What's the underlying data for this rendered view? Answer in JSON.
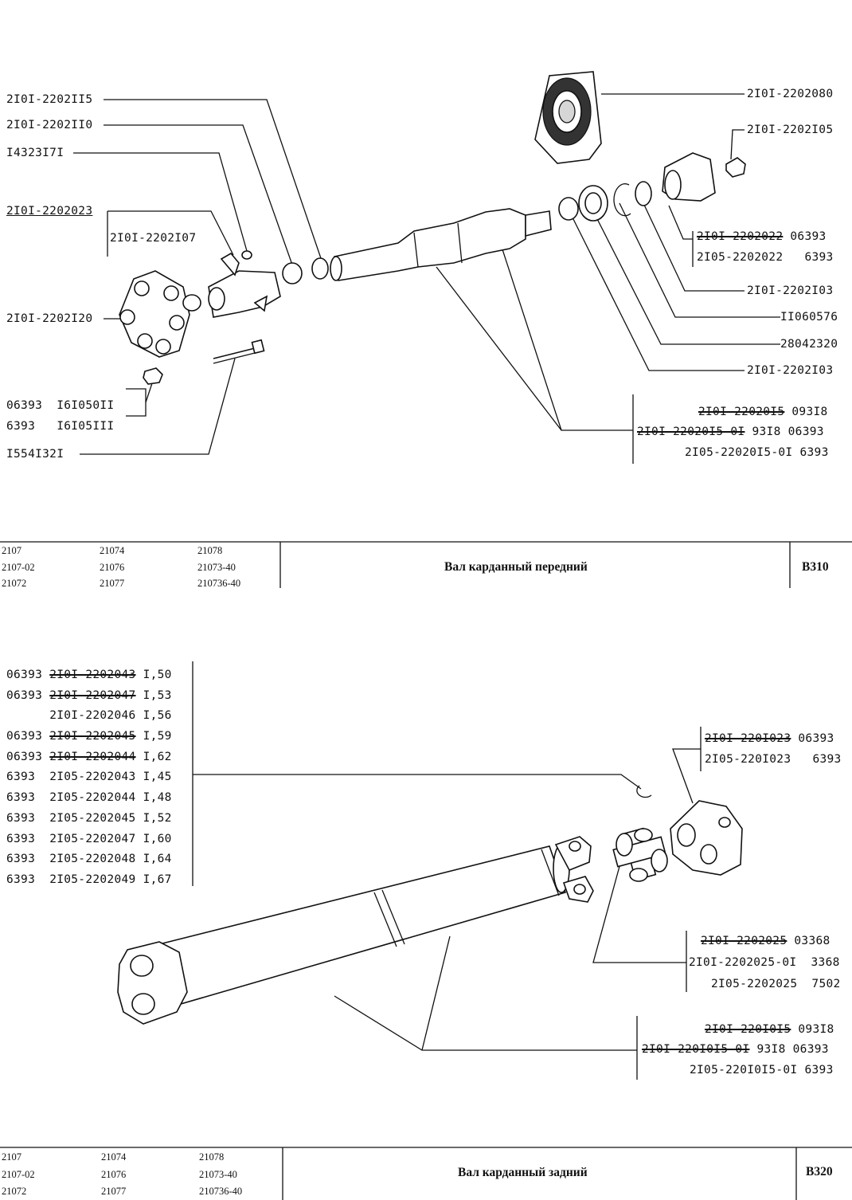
{
  "front": {
    "labels_left": {
      "l1": "2I0I-2202II5",
      "l2": "2I0I-2202II0",
      "l3": "I4323I7I",
      "l4": "2I0I-2202023",
      "l5": "2I0I-2202I07",
      "l6": "2I0I-2202I20",
      "l7a": "06393  I6I050II",
      "l7b": "6393   I6I05III",
      "l8": "I554I32I"
    },
    "labels_right": {
      "r1": "2I0I-2202080",
      "r2": "2I0I-2202I05",
      "r3a_strike": "2I0I-2202022",
      "r3a_tail": " 06393",
      "r3b": "2I05-2202022   6393",
      "r4": "2I0I-2202I03",
      "r5": "II060576",
      "r6": "28042320",
      "r7": "2I0I-2202I03",
      "r8a_strike": "2I0I-22020I5",
      "r8a_tail": " 093I8",
      "r8b_strike": "2I0I-22020I5-0I",
      "r8b_tail": " 93I8 06393",
      "r8c": "2I05-22020I5-0I 6393"
    }
  },
  "front_table": {
    "models": [
      "2107",
      "21074",
      "21078",
      "2107-02",
      "21076",
      "21073-40",
      "21072",
      "21077",
      "210736-40"
    ],
    "title": "Вал карданный передний",
    "code": "B310"
  },
  "rear": {
    "shaft_list": [
      {
        "prefix": "06393 ",
        "part": "2I0I-2202043",
        "strike": true,
        "len": " I,50"
      },
      {
        "prefix": "06393 ",
        "part": "2I0I-2202047",
        "strike": true,
        "len": " I,53"
      },
      {
        "prefix": "      ",
        "part": "2I0I-2202046",
        "strike": false,
        "len": " I,56"
      },
      {
        "prefix": "06393 ",
        "part": "2I0I-2202045",
        "strike": true,
        "len": " I,59"
      },
      {
        "prefix": "06393 ",
        "part": "2I0I-2202044",
        "strike": true,
        "len": " I,62"
      },
      {
        "prefix": "6393  ",
        "part": "2I05-2202043",
        "strike": false,
        "len": " I,45"
      },
      {
        "prefix": "6393  ",
        "part": "2I05-2202044",
        "strike": false,
        "len": " I,48"
      },
      {
        "prefix": "6393  ",
        "part": "2I05-2202045",
        "strike": false,
        "len": " I,52"
      },
      {
        "prefix": "6393  ",
        "part": "2I05-2202047",
        "strike": false,
        "len": " I,60"
      },
      {
        "prefix": "6393  ",
        "part": "2I05-2202048",
        "strike": false,
        "len": " I,64"
      },
      {
        "prefix": "6393  ",
        "part": "2I05-2202049",
        "strike": false,
        "len": " I,67"
      }
    ],
    "flange_a_strike": "2I0I-220I023",
    "flange_a_tail": " 06393",
    "flange_b": "2I05-220I023   6393",
    "cross_a_strike": "2I0I-2202025",
    "cross_a_tail": " 03368",
    "cross_b": "2I0I-2202025-0I  3368",
    "cross_c": "2I05-2202025  7502",
    "tube_a_strike": "2I0I-220I0I5",
    "tube_a_tail": " 093I8",
    "tube_b_strike": "2I0I-220I0I5-0I",
    "tube_b_tail": " 93I8 06393",
    "tube_c": "2I05-220I0I5-0I 6393"
  },
  "rear_table": {
    "models": [
      "2107",
      "21074",
      "21078",
      "2107-02",
      "21076",
      "21073-40",
      "21072",
      "21077",
      "210736-40"
    ],
    "title": "Вал карданный задний",
    "code": "B320"
  }
}
